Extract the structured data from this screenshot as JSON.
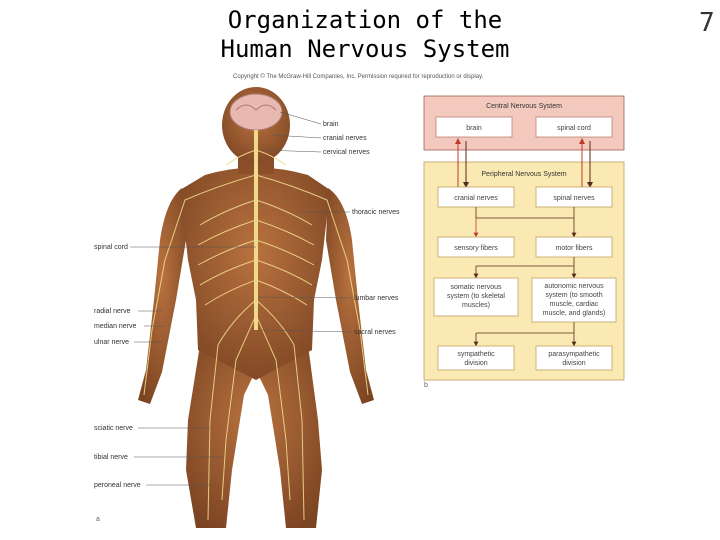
{
  "slide": {
    "title_line1": "Organization of the",
    "title_line2": "Human Nervous System",
    "slide_number": "7",
    "copyright": "Copyright © The McGraw-Hill Companies, Inc. Permission required for reproduction or display.",
    "panel_a": "a",
    "panel_b": "b"
  },
  "body_labels": {
    "brain": "brain",
    "cranial_nerves": "cranial nerves",
    "cervical_nerves": "cervical nerves",
    "thoracic_nerves": "thoracic nerves",
    "spinal_cord": "spinal cord",
    "lumbar_nerves": "lumbar nerves",
    "radial_nerve": "radial nerve",
    "median_nerve": "median nerve",
    "ulnar_nerve": "ulnar nerve",
    "sacral_nerves": "sacral nerves",
    "sciatic_nerve": "sciatic nerve",
    "tibial_nerve": "tibial nerve",
    "peroneal_nerve": "peroneal nerve"
  },
  "flowchart": {
    "cns_title": "Central Nervous System",
    "cns_brain": "brain",
    "cns_spinal_cord": "spinal cord",
    "pns_title": "Peripheral Nervous System",
    "cranial_nerves": "cranial nerves",
    "spinal_nerves": "spinal nerves",
    "sensory_fibers": "sensory fibers",
    "motor_fibers": "motor fibers",
    "somatic_1": "somatic nervous",
    "somatic_2": "system (to skeletal",
    "somatic_3": "muscles)",
    "autonomic_1": "autonomic nervous",
    "autonomic_2": "system (to smooth",
    "autonomic_3": "muscle, cardiac",
    "autonomic_4": "muscle, and glands)",
    "sympathetic_1": "sympathetic",
    "sympathetic_2": "division",
    "parasympathetic_1": "parasympathetic",
    "parasympathetic_2": "division"
  },
  "colors": {
    "cns_panel": "#f3c9bd",
    "pns_panel": "#fbe9b3",
    "box_fill": "#ffffff",
    "arrow_red": "#c0392b",
    "arrow_dark": "#5a2a1a",
    "skin": "#9a5a30",
    "nerve": "#f0d98a"
  }
}
